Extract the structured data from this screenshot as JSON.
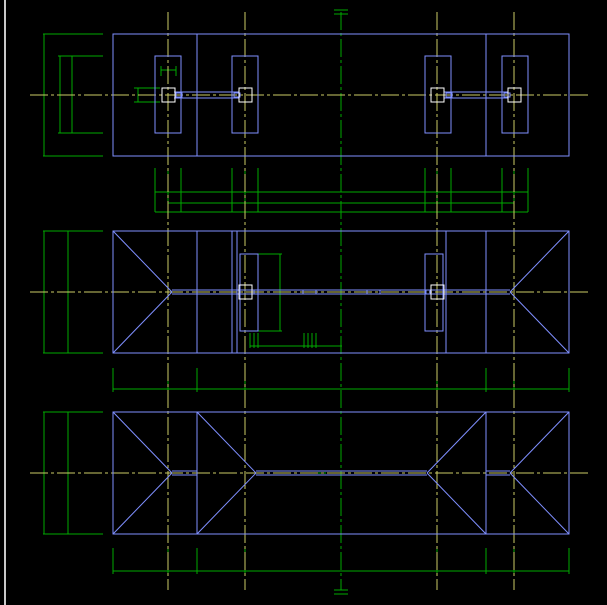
{
  "app": {
    "view": "model-space"
  },
  "colors": {
    "background": "#000000",
    "outline": "#7f8fff",
    "centerline": "#cccc66",
    "dimension": "#00aa00",
    "detail": "#ffffff",
    "window_edge": "#c8c8c8"
  },
  "views": [
    {
      "id": "plan-view"
    },
    {
      "id": "middle-view"
    },
    {
      "id": "bottom-view"
    }
  ]
}
